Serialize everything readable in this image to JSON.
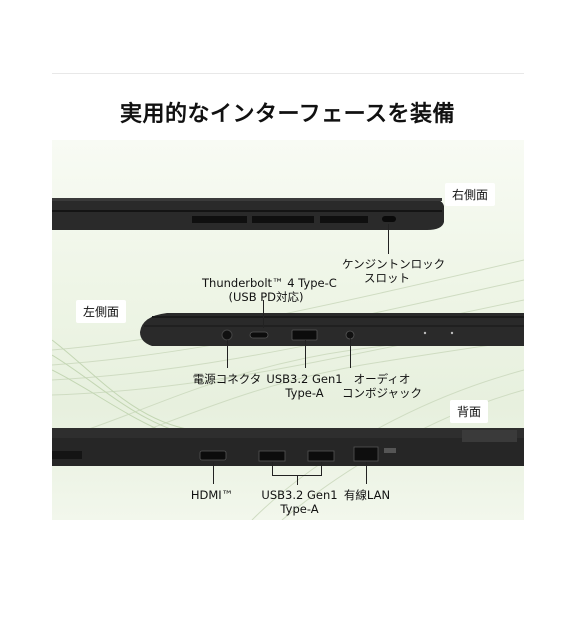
{
  "title": "実用的なインターフェースを装備",
  "views": {
    "right": "右側面",
    "left": "左側面",
    "back": "背面"
  },
  "labels": {
    "kensington": [
      "ケンジントンロック",
      "スロット"
    ],
    "thunderbolt": [
      "Thunderbolt™ 4 Type-C",
      "(USB PD対応)"
    ],
    "power": "電源コネクタ",
    "usb_left": [
      "USB3.2 Gen1",
      "Type-A"
    ],
    "audio": [
      "オーディオ",
      "コンボジャック"
    ],
    "hdmi": "HDMI™",
    "usb_back": [
      "USB3.2 Gen1",
      "Type-A"
    ],
    "lan": "有線LAN"
  }
}
